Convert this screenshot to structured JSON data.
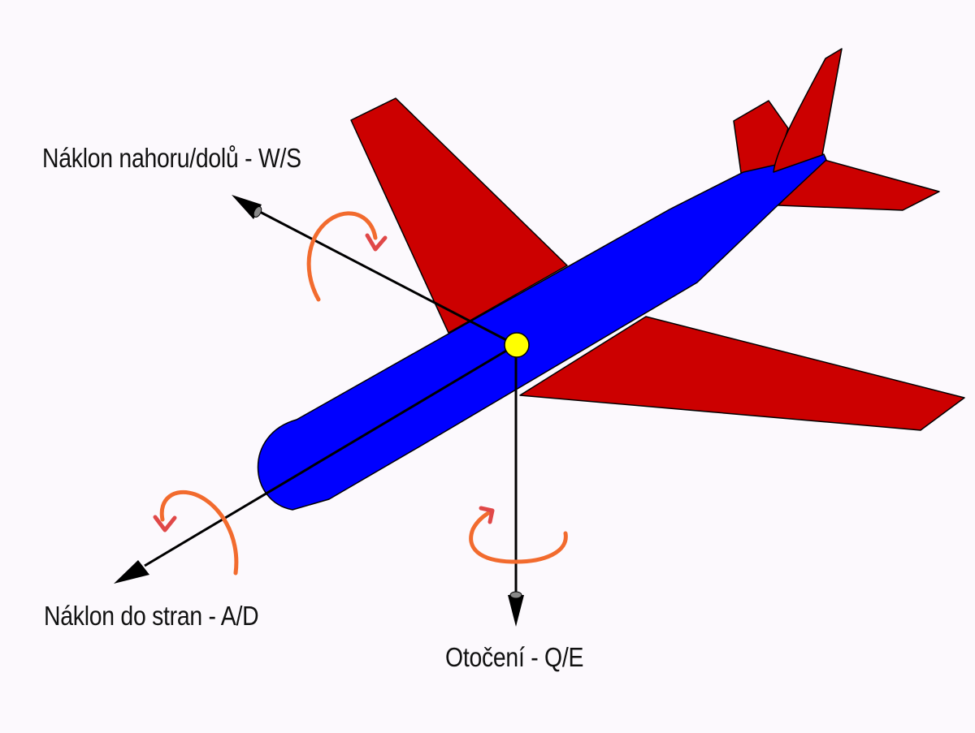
{
  "labels": {
    "pitch": "Náklon nahoru/dolů - W/S",
    "roll": "Náklon do stran - A/D",
    "yaw": "Otočení - Q/E"
  },
  "colors": {
    "background": "#fcf9fd",
    "fuselage": "#0000ff",
    "wings": "#cc0000",
    "center_of_gravity": "#ffff00",
    "axis_lines": "#000000",
    "rotation_arrows": "#f26b2e",
    "rotation_arrowheads": "#e04848"
  },
  "icons": {
    "pitch_axis": "arrow-up-left-icon",
    "roll_axis": "arrow-down-left-icon",
    "yaw_axis": "arrow-down-icon",
    "pitch_rotation": "curved-rotation-arrow-icon",
    "roll_rotation": "curved-rotation-arrow-icon",
    "yaw_rotation": "curved-rotation-arrow-icon"
  }
}
